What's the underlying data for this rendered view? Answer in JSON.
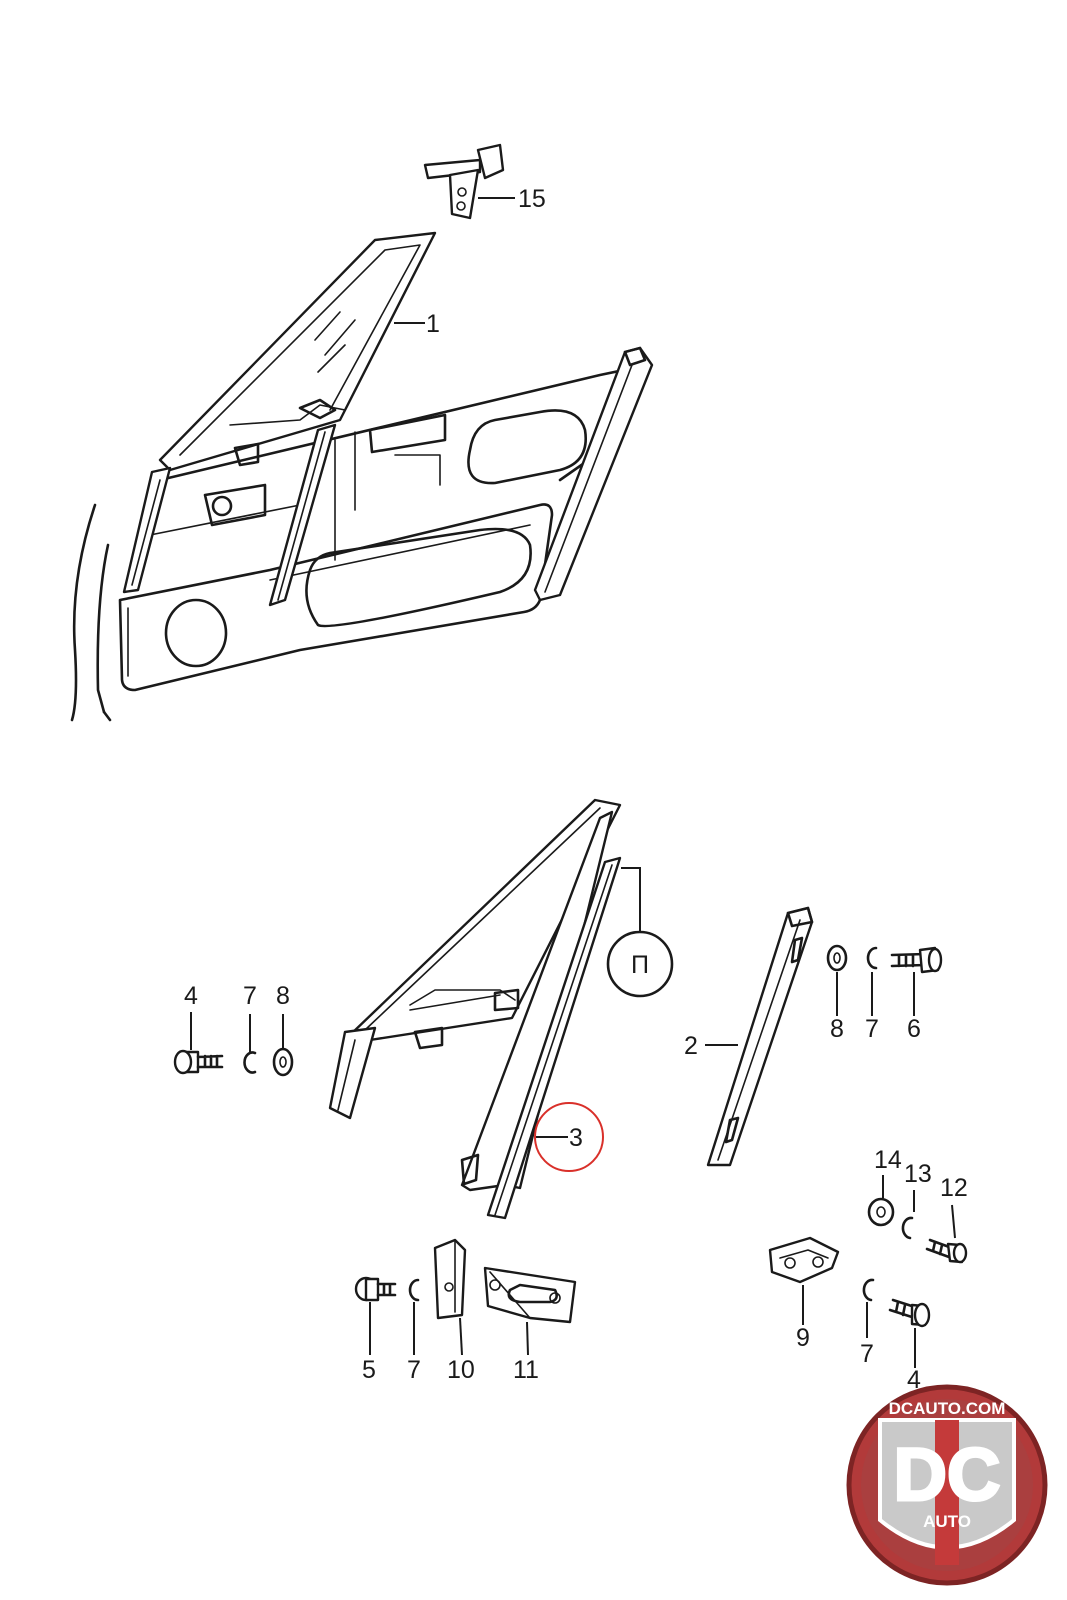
{
  "callouts": {
    "c1": "1",
    "c2": "2",
    "c3": "3",
    "c4a": "4",
    "c4b": "4",
    "c5": "5",
    "c6": "6",
    "c7a": "7",
    "c7b": "7",
    "c7c": "7",
    "c7d": "7",
    "c8a": "8",
    "c8b": "8",
    "c9": "9",
    "c10": "10",
    "c11": "11",
    "c12": "12",
    "c13": "13",
    "c14": "14",
    "c15": "15"
  },
  "reference_symbol": "Π",
  "highlight_color": "#d9302a",
  "logo": {
    "url_text": "DCAUTO.COM",
    "mark": "DC",
    "sub": "AUTO",
    "colors": {
      "ring": "#9b2a2a",
      "accent": "#c43a3a",
      "letters": "#9aa3ab"
    }
  }
}
